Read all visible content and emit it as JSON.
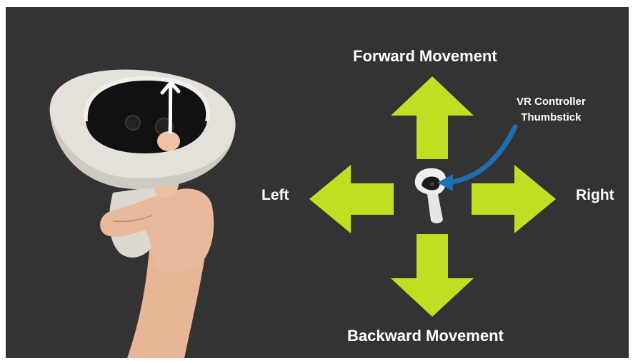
{
  "labels": {
    "forward": "Forward Movement",
    "backward": "Backward Movement",
    "left": "Left",
    "right": "Right",
    "callout_line1": "VR Controller",
    "callout_line2": "Thumbstick"
  },
  "colors": {
    "background": "#333333",
    "arrow": "#bfe022",
    "callout_arrow": "#1f6fb3",
    "text": "#ffffff"
  },
  "icons": {
    "controller_photo": "hand-holding-vr-controller",
    "controller_small": "vr-controller-icon",
    "direction_arrows": [
      "arrow-up-icon",
      "arrow-down-icon",
      "arrow-left-icon",
      "arrow-right-icon"
    ],
    "callout": "curved-pointer-arrow-icon",
    "thumb_arrow": "white-up-arrow-icon"
  }
}
